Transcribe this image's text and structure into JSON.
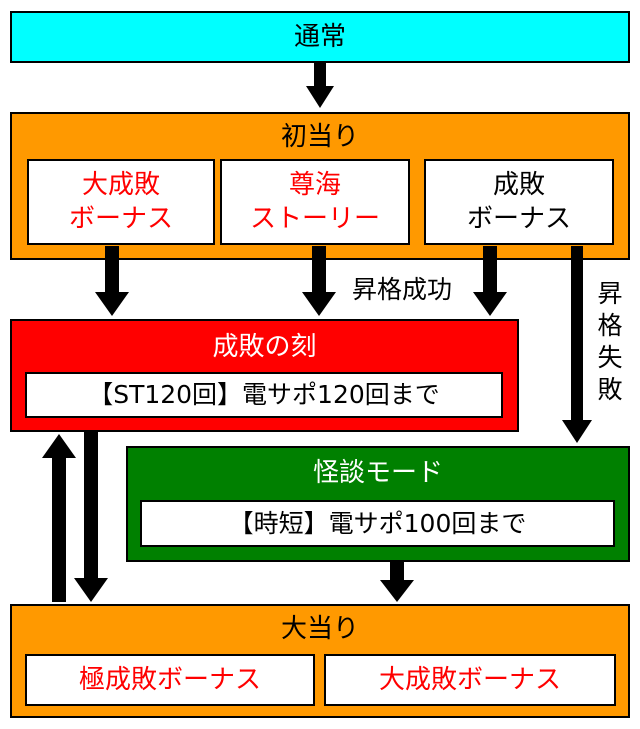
{
  "colors": {
    "normal": "#00ffff",
    "orange": "#ff9900",
    "red_box": "#ff0000",
    "green_box": "#008000",
    "bonus_red_text": "#ff0000"
  },
  "normal": {
    "label": "通常"
  },
  "first_hit": {
    "label": "初当り",
    "items": [
      {
        "line1": "大成敗",
        "line2": "ボーナス"
      },
      {
        "line1": "尊海",
        "line2": "ストーリー"
      },
      {
        "line1": "成敗",
        "line2": "ボーナス"
      }
    ]
  },
  "promotion_success": "昇格成功",
  "promotion_fail": [
    "昇",
    "格",
    "失",
    "敗"
  ],
  "seibai_koku": {
    "label": "成敗の刻",
    "detail": "【ST120回】電サポ120回まで"
  },
  "kaidan_mode": {
    "label": "怪談モード",
    "detail": "【時短】電サポ100回まで"
  },
  "big_hit": {
    "label": "大当り",
    "items": [
      "極成敗ボーナス",
      "大成敗ボーナス"
    ]
  }
}
